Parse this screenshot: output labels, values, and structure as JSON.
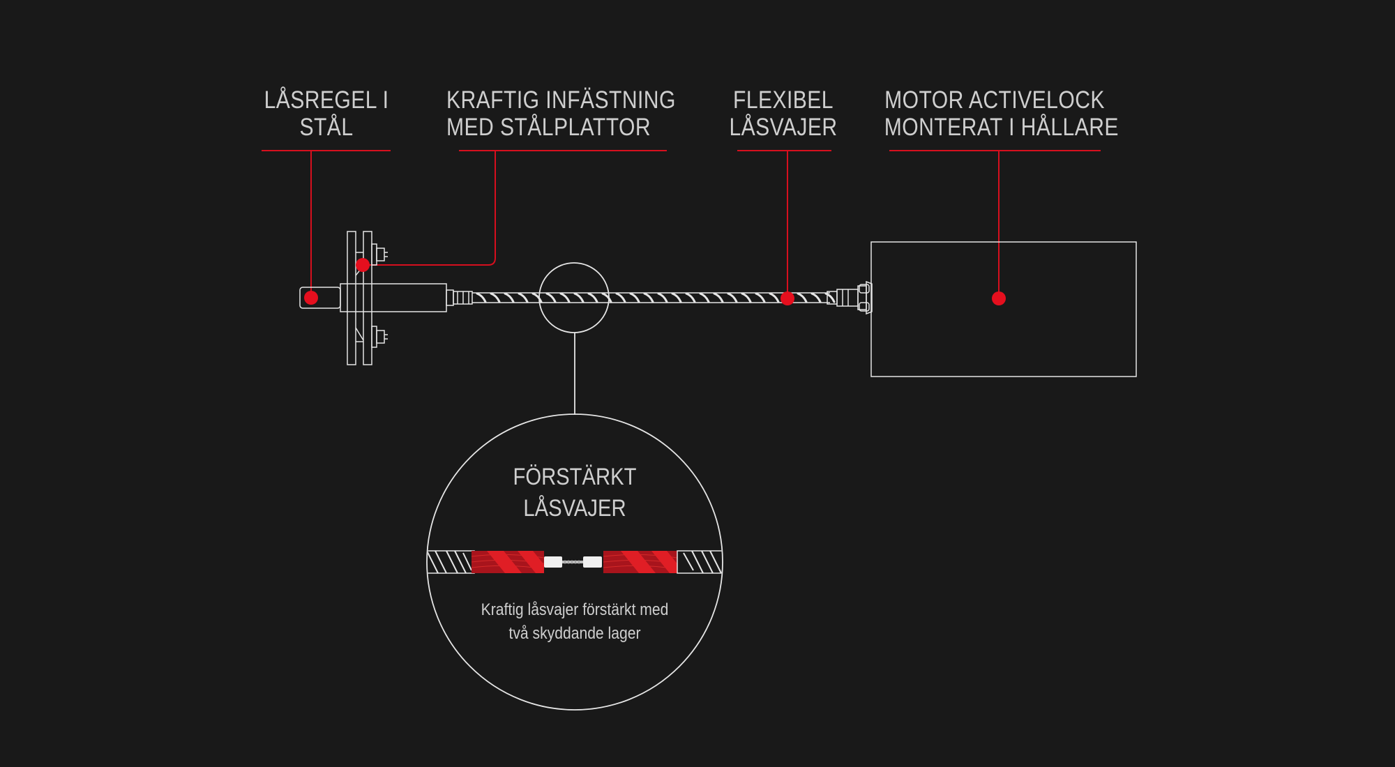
{
  "colors": {
    "background": "#191919",
    "accent": "#d70f1e",
    "line": "#e6e6e6",
    "text": "#cfcfcf"
  },
  "callouts": [
    {
      "id": "locking-bolt",
      "lines": [
        "LÅSREGEL I",
        "STÅL"
      ]
    },
    {
      "id": "mounting",
      "lines": [
        "KRAFTIG INFÄSTNING",
        "MED STÅLPLATTOR"
      ]
    },
    {
      "id": "flexible-cable",
      "lines": [
        "FLEXIBEL",
        "LÅSVAJER"
      ]
    },
    {
      "id": "motor",
      "lines": [
        "MOTOR ACTIVELOCK",
        "MONTERAT I HÅLLARE"
      ]
    }
  ],
  "detail": {
    "title_lines": [
      "FÖRSTÄRKT",
      "LÅSVAJER"
    ],
    "caption_lines": [
      "Kraftig låsvajer förstärkt med",
      "två skyddande lager"
    ]
  }
}
